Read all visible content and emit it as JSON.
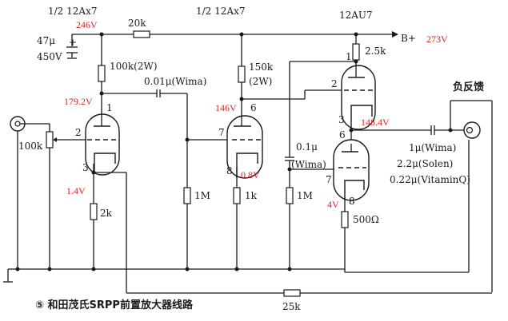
{
  "title": "⑤ 和田茂氏SRPP前置放大器线路",
  "tubes": {
    "v1": "1/2 12Ax7",
    "v2": "1/2 12Ax7",
    "v3": "12AU7"
  },
  "supply": {
    "b_plus_label": "B+",
    "b_plus_voltage": "273V",
    "filter_cap": "47μ",
    "filter_cap_voltage": "450V",
    "node_voltage": "246V",
    "dropping_resistor": "20k"
  },
  "stage1": {
    "plate_resistor": "100k(2W)",
    "plate_voltage": "179.2V",
    "coupling_cap": "0.01μ(Wima)",
    "cathode_resistor": "2k",
    "cathode_voltage": "1.4V",
    "input_pot": "100k",
    "pins": {
      "plate": "1",
      "grid": "2",
      "cathode": "3"
    }
  },
  "stage2": {
    "plate_resistor": "150k",
    "plate_resistor_rating": "(2W)",
    "plate_voltage": "146V",
    "grid_resistor": "1M",
    "cathode_resistor": "1k",
    "cathode_voltage": "0.8V",
    "pins": {
      "plate": "6",
      "grid": "7",
      "cathode": "8"
    }
  },
  "stage3": {
    "upper_plate_resistor": "2.5k",
    "upper_pins": {
      "plate": "1",
      "grid": "2",
      "cathode": "3"
    },
    "lower_pins": {
      "plate": "6",
      "grid": "7",
      "cathode": "8"
    },
    "mid_voltage": "148.4V",
    "coupling_cap": "0.1μ",
    "coupling_cap_brand": "(Wima)",
    "grid_resistor": "1M",
    "cathode_resistor": "500Ω",
    "cathode_voltage": "4V",
    "output_caps": [
      "1μ(Wima)",
      "2.2μ(Solen)",
      "0.22μ(VitaminQ)"
    ]
  },
  "feedback": {
    "label": "负反馈",
    "resistor": "25k"
  }
}
